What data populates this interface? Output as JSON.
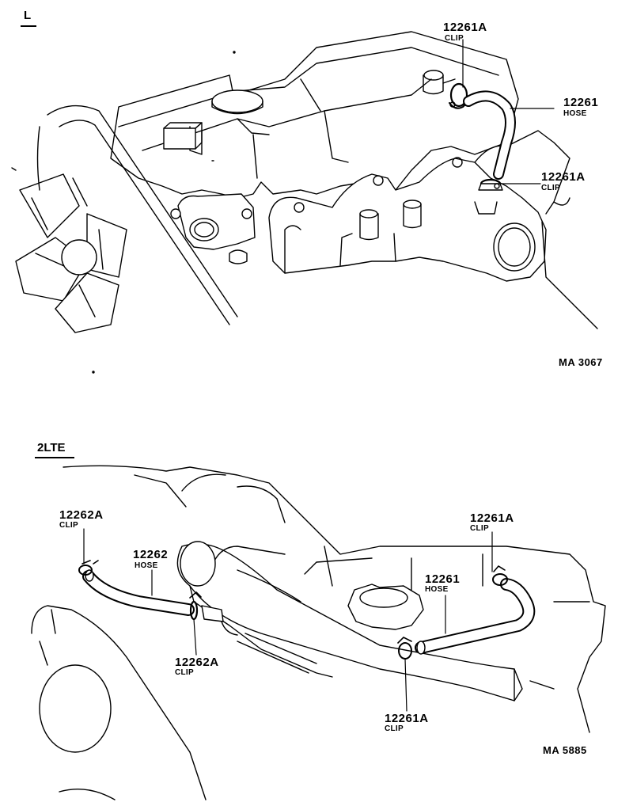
{
  "sections": [
    {
      "id": "top",
      "label": "L",
      "figure_code": "MA 3067",
      "callouts": [
        {
          "part": "12261A",
          "name": "CLIP"
        },
        {
          "part": "12261",
          "name": "HOSE"
        },
        {
          "part": "12261A",
          "name": "CLIP"
        }
      ]
    },
    {
      "id": "bottom",
      "label": "2LTE",
      "figure_code": "MA 5885",
      "callouts": [
        {
          "part": "12262A",
          "name": "CLIP"
        },
        {
          "part": "12262",
          "name": "HOSE"
        },
        {
          "part": "12262A",
          "name": "CLIP"
        },
        {
          "part": "12261A",
          "name": "CLIP"
        },
        {
          "part": "12261",
          "name": "HOSE"
        },
        {
          "part": "12261A",
          "name": "CLIP"
        }
      ]
    }
  ]
}
